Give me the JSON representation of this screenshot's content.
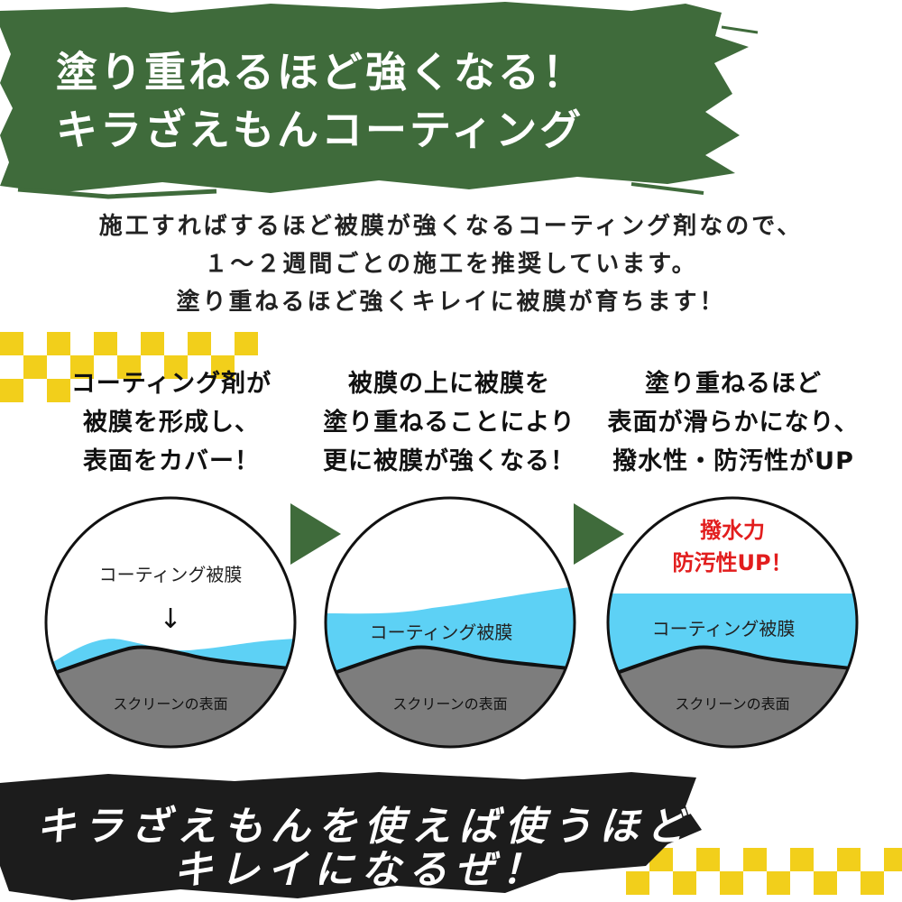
{
  "header": {
    "line1": "塗り重ねるほど強くなる！",
    "line2": "キラざえもんコーティング",
    "color": "#3f6b3b"
  },
  "intro": {
    "line1": "施工すればするほど被膜が強くなるコーティング剤なので、",
    "line2": "１～２週間ごとの施工を推奨しています。",
    "line3": "塗り重ねるほど強くキレイに被膜が育ちます！"
  },
  "steps": [
    {
      "caption": [
        "コーティング剤が",
        "被膜を形成し、",
        "表面をカバー！"
      ],
      "film_label": "コーティング被膜",
      "arrow_glyph": "↓",
      "screen_label": "スクリーンの表面"
    },
    {
      "caption": [
        "被膜の上に被膜を",
        "塗り重ねることにより",
        "更に被膜が強くなる！"
      ],
      "film_label": "コーティング被膜",
      "screen_label": "スクリーンの表面"
    },
    {
      "caption": [
        "塗り重ねるほど",
        "表面が滑らかになり、",
        "撥水性・防汚性がUP"
      ],
      "film_label": "コーティング被膜",
      "screen_label": "スクリーンの表面",
      "boost_lines": [
        "撥水力",
        "防汚性UP！"
      ]
    }
  ],
  "footer": {
    "line1": "キラざえもんを使えば使うほど",
    "line2": "キレイになるぜ！"
  },
  "colors": {
    "banner_green": "#3f6b3b",
    "checker_yellow": "#f2cf1b",
    "film_blue": "#5dd1f5",
    "screen_gray": "#7d7d7d",
    "emphasis_red": "#e21d1d",
    "footer_black": "#1c1c1c"
  },
  "icons": [
    "triangle-right-icon",
    "down-arrow-icon"
  ]
}
